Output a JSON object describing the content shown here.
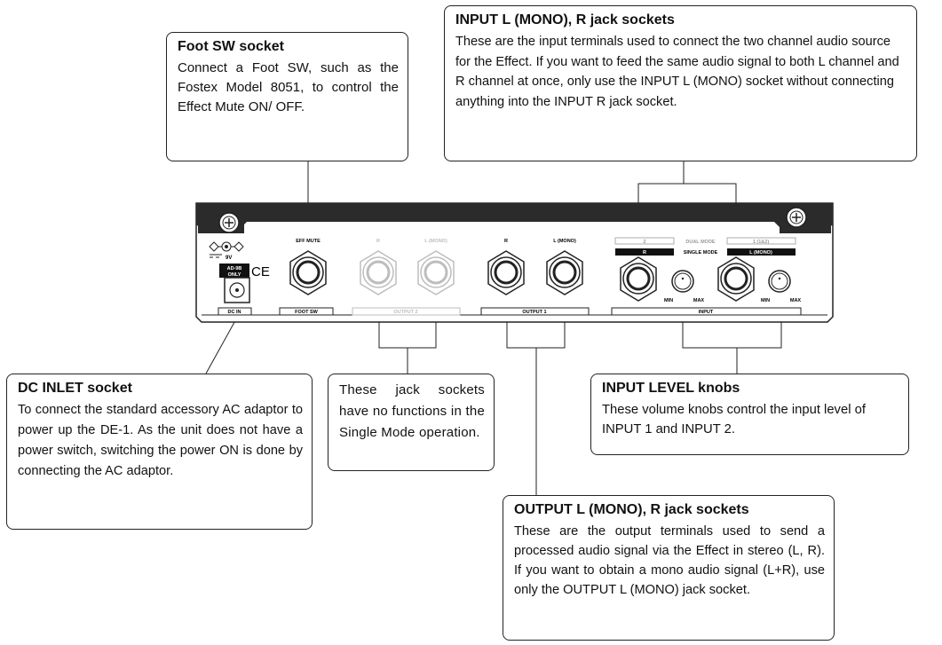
{
  "callouts": {
    "foot_sw": {
      "title": "Foot SW socket",
      "body": "Connect a Foot SW, such as the Fostex Model 8051, to control the Effect Mute ON/ OFF."
    },
    "input_jacks": {
      "title": "INPUT L (MONO), R jack sockets",
      "body": "These are the input terminals used to connect the two channel audio source for the Effect. If you want to feed the same audio signal to both L channel and R channel at once, only use the INPUT L (MONO) socket without connecting anything into the INPUT R jack socket."
    },
    "dc_inlet": {
      "title": "DC INLET socket",
      "body": "To connect the standard accessory AC adaptor to power up the DE-1. As the unit does not have a power switch, switching the power ON is done by connecting the AC adaptor."
    },
    "no_function": {
      "body": "These jack sockets have no functions in the Single Mode operation."
    },
    "input_level": {
      "title": "INPUT LEVEL knobs",
      "body": "These volume knobs control the input level of INPUT 1 and INPUT 2."
    },
    "output_jacks": {
      "title": "OUTPUT L (MONO), R jack sockets",
      "body": "These are the output terminals used to send a processed audio signal via the Effect in stereo (L, R). If you want to obtain a mono audio signal (L+R), use only the OUTPUT L (MONO) jack socket."
    }
  },
  "panel": {
    "voltage": "9V",
    "adaptor_model": "AD-9B",
    "adaptor_only": "ONLY",
    "ce_mark": "CE",
    "dc_in": "DC IN",
    "eff_mute": "EFF MUTE",
    "foot_sw": "FOOT SW",
    "out2_r": "R",
    "out2_l": "L (MONO)",
    "output2": "OUTPUT 2",
    "out1_r": "R",
    "out1_l": "L (MONO)",
    "output1": "OUTPUT 1",
    "dual_2": "2",
    "dual_mode": "DUAL MODE",
    "dual_1": "1 (1&2)",
    "single_r": "R",
    "single_mode": "SINGLE MODE",
    "single_l": "L (MONO)",
    "min_1": "MIN",
    "max_1": "MAX",
    "min_2": "MIN",
    "max_2": "MAX",
    "input": "INPUT"
  },
  "colors": {
    "panel_dark": "#2b2b2b",
    "outline": "#222222",
    "faded": "#bdbdbd"
  }
}
